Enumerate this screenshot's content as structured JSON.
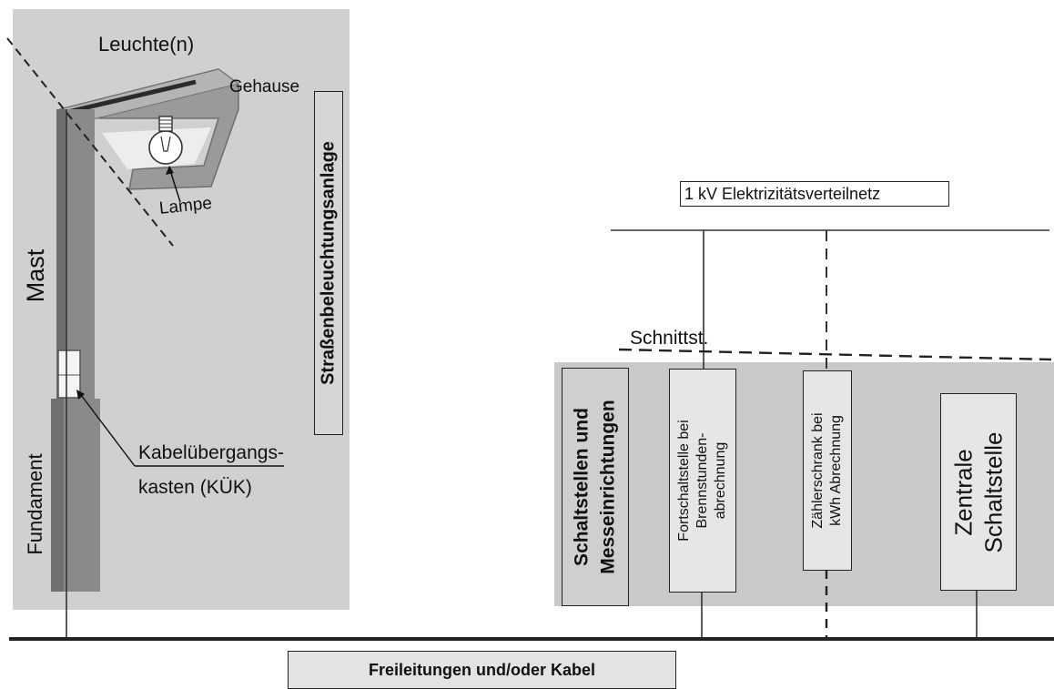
{
  "labels": {
    "luminaire": "Leuchte(n)",
    "housing": "Gehause",
    "lamp": "Lampe",
    "mast": "Mast",
    "foundation": "Fundament",
    "cable_box_line1": "Kabelübergangs-",
    "cable_box_line2": "kasten (KÜK)",
    "street_lighting_system": "Straßenbeleuchtungsanlage",
    "distribution_network": "1 kV Elektrizitätsverteilnetz",
    "interface": "Schnittst.",
    "switching_section_line1": "Schaltstellen und",
    "switching_section_line2": "Messeinrichtungen",
    "remote_switch_line1": "Fortschaltstelle bei",
    "remote_switch_line2": "Brennstunden-",
    "remote_switch_line3": "abrechnung",
    "meter_cabinet_line1": "Zählerschrank  bei",
    "meter_cabinet_line2": "kWh Abrechnung",
    "central_switch_line1": "Zentrale",
    "central_switch_line2": "Schaltstelle",
    "lines_cables": "Freileitungen und/oder Kabel"
  },
  "colors": {
    "left_panel": "#d0d0d0",
    "right_panel": "#c9c9c9",
    "pole": "#8e8e8e",
    "lines": "#222222"
  }
}
